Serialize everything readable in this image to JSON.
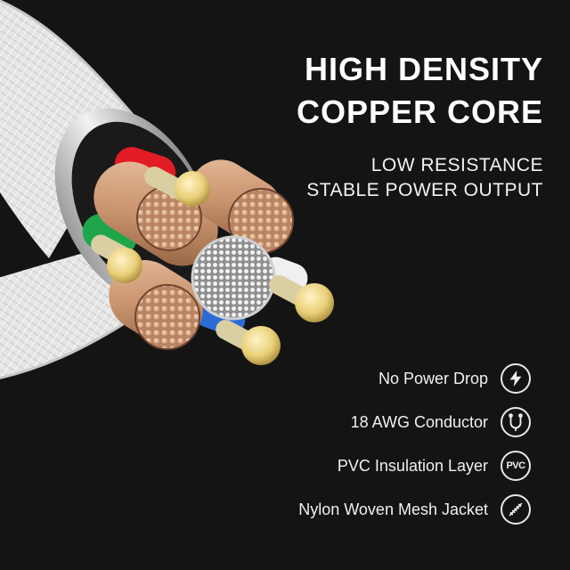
{
  "headline": {
    "line1": "HIGH DENSITY",
    "line2": "COPPER CORE"
  },
  "subline": {
    "line1": "LOW RESISTANCE",
    "line2": "STABLE POWER OUTPUT"
  },
  "features": [
    {
      "label": "No Power Drop",
      "icon": "lightning-icon"
    },
    {
      "label": "18 AWG Conductor",
      "icon": "conductor-icon"
    },
    {
      "label": "PVC Insulation Layer",
      "icon": "pvc-icon",
      "icon_text": "PVC"
    },
    {
      "label": "Nylon Woven Mesh Jacket",
      "icon": "spring-icon"
    }
  ],
  "colors": {
    "background": "#141414",
    "jacket": "#e9e9e9",
    "copper": "#c9936d",
    "gold": "#e9cf78",
    "wire_red": "#e11c24",
    "wire_green": "#1fa64a",
    "wire_blue": "#2a6bd6",
    "wire_white": "#f0f0f0"
  }
}
